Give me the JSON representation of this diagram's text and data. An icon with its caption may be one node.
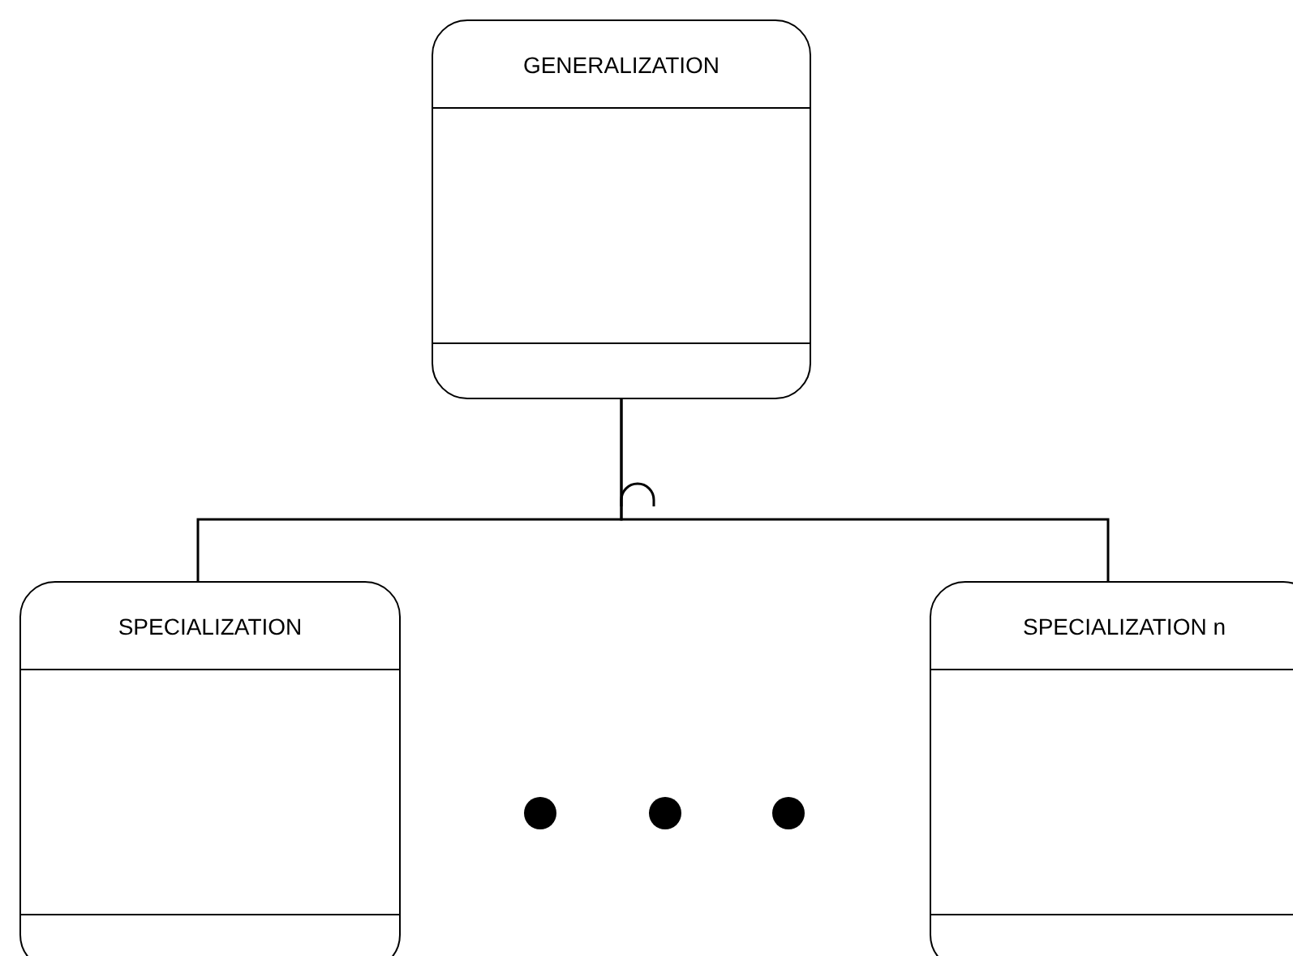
{
  "diagram": {
    "nodes": [
      {
        "text": [
          "GENERALIZATION"
        ]
      },
      {
        "text": [
          "SPECIALIZATION"
        ]
      },
      {
        "text": [
          "SPECIALIZATION n"
        ]
      }
    ],
    "edges": [
      {
        "from": 0,
        "to": 1,
        "arrow": "none"
      },
      {
        "from": 0,
        "to": 2,
        "arrow": "none"
      }
    ]
  }
}
